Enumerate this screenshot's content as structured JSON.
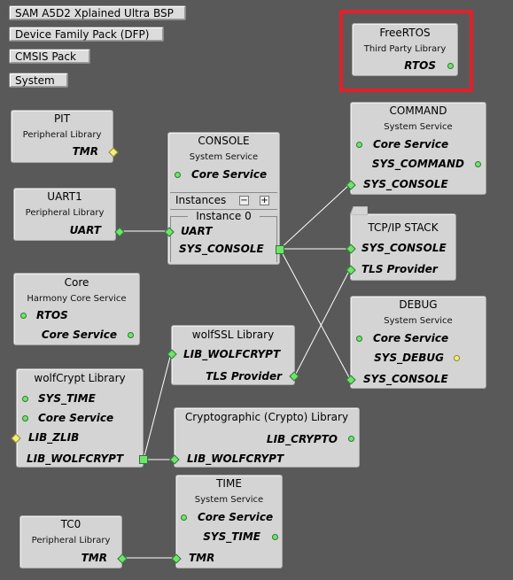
{
  "buttons": {
    "bsp": "SAM A5D2 Xplained Ultra BSP",
    "dfp": "Device Family Pack (DFP)",
    "cmsis": "CMSIS Pack",
    "system": "System"
  },
  "freertos": {
    "title": "FreeRTOS",
    "subtitle": "Third Party Library",
    "rtos": "RTOS"
  },
  "pit": {
    "title": "PIT",
    "subtitle": "Peripheral Library",
    "tmr": "TMR"
  },
  "console": {
    "title": "CONSOLE",
    "subtitle": "System Service",
    "core_service": "Core Service",
    "instances_label": "Instances",
    "minus": "−",
    "plus": "+",
    "instance0": "Instance 0",
    "uart": "UART",
    "sys_console": "SYS_CONSOLE"
  },
  "command": {
    "title": "COMMAND",
    "subtitle": "System Service",
    "core_service": "Core Service",
    "sys_command": "SYS_COMMAND",
    "sys_console": "SYS_CONSOLE"
  },
  "uart1": {
    "title": "UART1",
    "subtitle": "Peripheral Library",
    "uart": "UART"
  },
  "tcpip": {
    "title": "TCP/IP STACK",
    "sys_console": "SYS_CONSOLE",
    "tls_provider": "TLS Provider"
  },
  "core": {
    "title": "Core",
    "subtitle": "Harmony Core Service",
    "rtos": "RTOS",
    "core_service": "Core Service"
  },
  "debug": {
    "title": "DEBUG",
    "subtitle": "System Service",
    "core_service": "Core Service",
    "sys_debug": "SYS_DEBUG",
    "sys_console": "SYS_CONSOLE"
  },
  "wolfssl": {
    "title": "wolfSSL Library",
    "lib_wolfcrypt": "LIB_WOLFCRYPT",
    "tls_provider": "TLS Provider"
  },
  "wolfcrypt": {
    "title": "wolfCrypt Library",
    "sys_time": "SYS_TIME",
    "core_service": "Core Service",
    "lib_zlib": "LIB_ZLIB",
    "lib_wolfcrypt": "LIB_WOLFCRYPT"
  },
  "crypto": {
    "title": "Cryptographic (Crypto) Library",
    "lib_crypto": "LIB_CRYPTO",
    "lib_wolfcrypt": "LIB_WOLFCRYPT"
  },
  "time": {
    "title": "TIME",
    "subtitle": "System Service",
    "core_service": "Core Service",
    "sys_time": "SYS_TIME",
    "tmr": "TMR"
  },
  "tc0": {
    "title": "TC0",
    "subtitle": "Peripheral Library",
    "tmr": "TMR"
  },
  "colors": {
    "canvas": "#595959",
    "component": "#d4d4d4",
    "highlight": "#e3202a",
    "connected": "#6fe36f",
    "optional": "#f5ee7a",
    "wire": "#ffffff"
  }
}
